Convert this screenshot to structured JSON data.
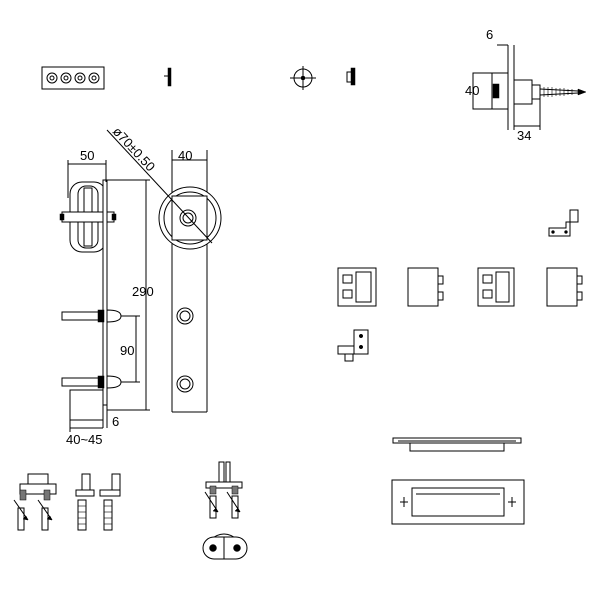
{
  "drawing": {
    "dimensions": {
      "lag_head": "6",
      "stop_height": "40",
      "stop_length": "34",
      "hanger_width": "50",
      "wheel_diameter": "ø70±0.50",
      "strap_width": "40",
      "hanger_height": "290",
      "bolt_spacing": "90",
      "strap_thickness": "6",
      "door_thickness": "40~45"
    }
  }
}
